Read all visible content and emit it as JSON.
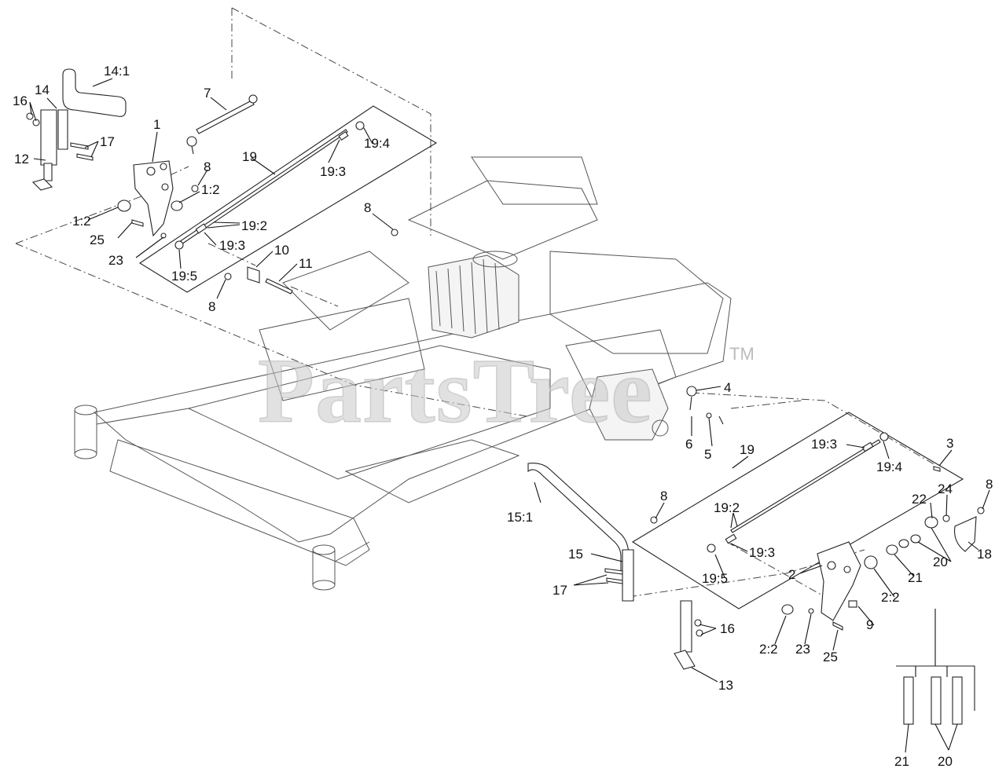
{
  "watermark": {
    "text": "PartsTree",
    "trademark": "TM"
  },
  "callouts": {
    "c14_1": "14:1",
    "c14": "14",
    "c16a": "16",
    "c17a": "17",
    "c12": "12",
    "c7": "7",
    "c1": "1",
    "c19a": "19",
    "c19_4a": "19:4",
    "c19_3a": "19:3",
    "c8a": "8",
    "c1_2a": "1:2",
    "c1_2b": "1:2",
    "c8b": "8",
    "c19_2a": "19:2",
    "c25a": "25",
    "c19_3b": "19:3",
    "c23a": "23",
    "c10": "10",
    "c11": "11",
    "c19_5a": "19:5",
    "c8c": "8",
    "c4": "4",
    "c6": "6",
    "c5": "5",
    "c3": "3",
    "c19b": "19",
    "c19_3c": "19:3",
    "c19_4b": "19:4",
    "c15_1": "15:1",
    "c8d": "8",
    "c19_2b": "19:2",
    "c22": "22",
    "c24": "24",
    "c8e": "8",
    "c19_3d": "19:3",
    "c18": "18",
    "c15": "15",
    "c20a": "20",
    "c19_5b": "19:5",
    "c2": "2",
    "c21a": "21",
    "c17b": "17",
    "c2_2a": "2:2",
    "c9": "9",
    "c16b": "16",
    "c2_2b": "2:2",
    "c23b": "23",
    "c25b": "25",
    "c13": "13",
    "c21b": "21",
    "c20b": "20"
  }
}
